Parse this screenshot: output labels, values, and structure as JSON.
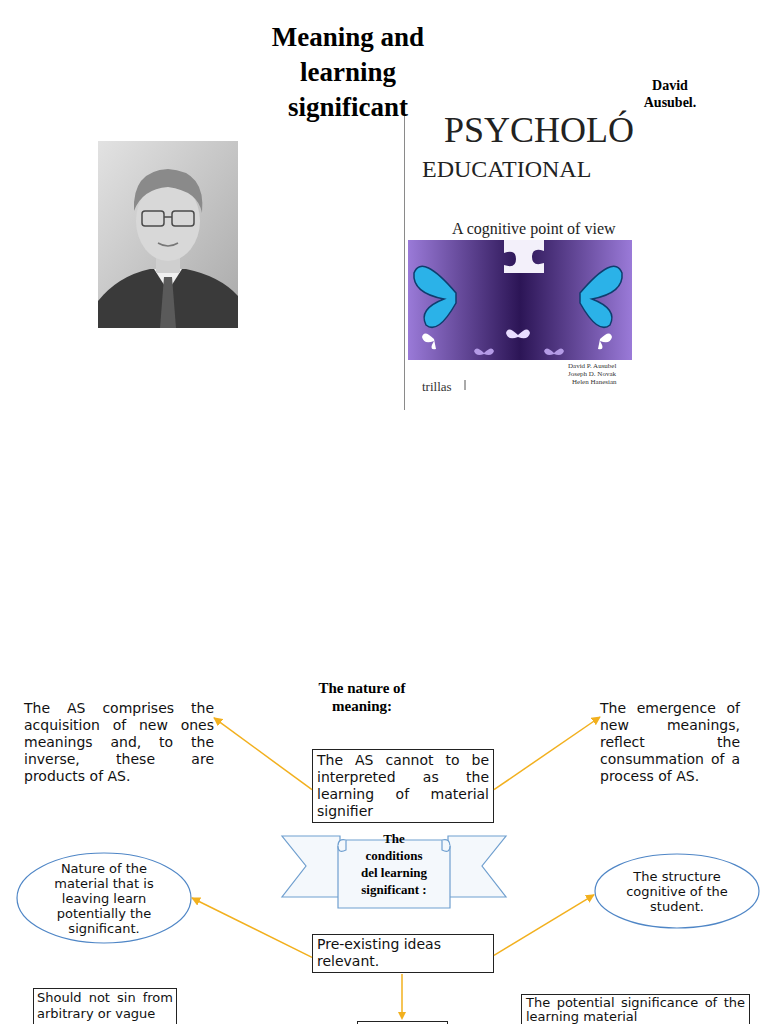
{
  "diagram": {
    "title": "Meaning and learning significant",
    "nodes": [
      {
        "text": [
          "The AS comprises the acquisition of new ones meanings and, to the inverse, these are products of AS."
        ]
      },
      {
        "text": [
          "The AS cannot to be interpreted as the learning of material signifier"
        ]
      },
      {
        "text": [
          "The emergence of new meanings, reflect the consummation of a process of AS."
        ]
      },
      {
        "text": [
          "The conditions del learning significant :"
        ]
      },
      {
        "text": [
          "Nature of the material that is leaving learn potentially the significant."
        ]
      },
      {
        "text": [
          "Pre-existing ideas relevant."
        ]
      },
      {
        "text": [
          "The structure cognitive of the student."
        ]
      },
      {
        "text": [
          "Should not sin from arbitrary or vague"
        ]
      },
      {
        "text": [
          "The potential significance of the learning material"
        ]
      }
    ],
    "edges": [
      {
        "from": 1,
        "to": 0,
        "arrow": "to"
      },
      {
        "from": 1,
        "to": 2,
        "arrow": "to"
      },
      {
        "from": 5,
        "to": 4,
        "arrow": "to"
      },
      {
        "from": 5,
        "to": 6,
        "arrow": "to"
      }
    ],
    "labels": [
      "David Ausubel.",
      "PSYCHOLÓ",
      "EDUCATIONAL",
      "A cognitive point of view",
      "David P. Ausubel",
      "Joseph D. Novak",
      "Helen Hanesian",
      "trillas",
      "The nature of meaning:"
    ]
  }
}
